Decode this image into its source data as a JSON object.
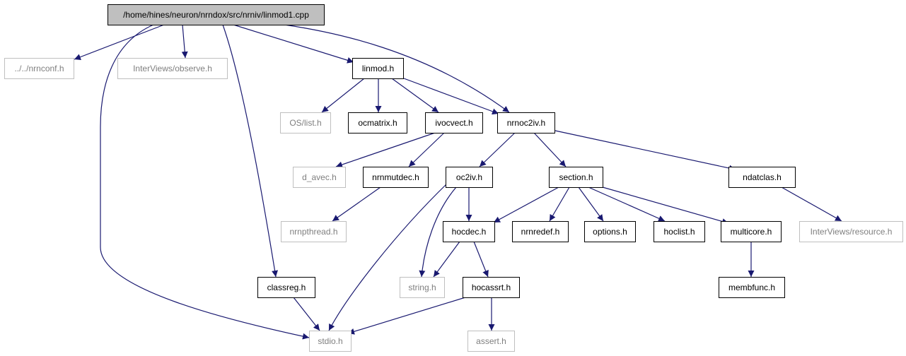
{
  "colors": {
    "edge": "#191970",
    "root_fill": "#bfbfbf",
    "local_border": "#000000",
    "external_border": "#bfbfbf",
    "external_text": "#7f7f7f"
  },
  "nodes": {
    "root": "/home/hines/neuron/nrndox/src/nrniv/linmod1.cpp",
    "nrnconf": "../../nrnconf.h",
    "observe": "InterViews/observe.h",
    "linmod": "linmod.h",
    "nrnoc2iv": "nrnoc2iv.h",
    "classreg": "classreg.h",
    "stdio": "stdio.h",
    "oslist": "OS/list.h",
    "ocmatrix": "ocmatrix.h",
    "ivocvect": "ivocvect.h",
    "d_avec": "d_avec.h",
    "nrnmutdec": "nrnmutdec.h",
    "nrnpthread": "nrnpthread.h",
    "oc2iv": "oc2iv.h",
    "section": "section.h",
    "ndatclas": "ndatclas.h",
    "resource": "InterViews/resource.h",
    "hocdec": "hocdec.h",
    "nrnredef": "nrnredef.h",
    "options": "options.h",
    "hoclist": "hoclist.h",
    "multicore": "multicore.h",
    "membfunc": "membfunc.h",
    "string": "string.h",
    "hocassrt": "hocassrt.h",
    "assert": "assert.h"
  }
}
